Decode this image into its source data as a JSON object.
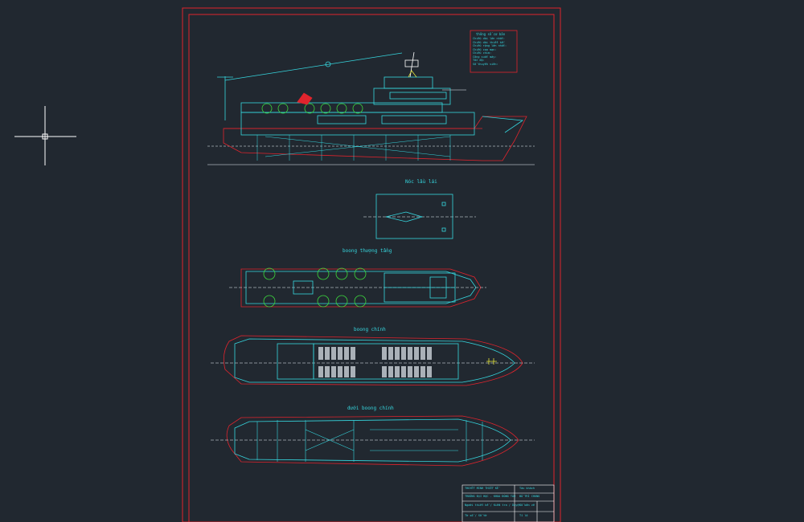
{
  "drawing": {
    "notes_title": "thông số cơ bản",
    "notes_lines": [
      "Chiều dài lớn nhất: ",
      "Chiều dài thiết kế: ",
      "Chiều rộng lớn nhất: ",
      "Chiều cao mạn: ",
      "Chiều chìm: ",
      "Công suất máy: ",
      "Tốc độ: ",
      "Số thuyền viên: "
    ],
    "view_titles": {
      "roof": "Nóc lầu lái",
      "upper_deck": "boong thượng tầng",
      "main_deck": "boong chính",
      "below_deck": "dưới boong chính"
    },
    "title_block": {
      "r1c1": "THUYẾT MINH THIẾT KẾ",
      "r1c2": "Tàu khách",
      "r2c1": "TRƯỜNG ĐẠI HỌC - KHOA ĐÓNG TÀU",
      "r2c2": "BỐ TRÍ CHUNG",
      "r3c1": "Người thiết kế / Kiểm tra / Duyệt",
      "r3c2": "Số bản vẽ",
      "r4c1": "Tờ số / Số tờ",
      "r4c2": "Tỉ lệ"
    }
  },
  "colors": {
    "background": "#212830",
    "border": "#e0242d",
    "hull": "#e0242d",
    "structure": "#36d6de",
    "equipment": "#3ddb3d",
    "text": "#36d6de",
    "grey": "#aab1b8",
    "yellow": "#e6e63c",
    "cursor": "#ffffff"
  },
  "icons": [
    "crosshair-cursor-icon",
    "flag-icon",
    "mast-icon",
    "lifeboat-icon",
    "anchor-icon"
  ]
}
